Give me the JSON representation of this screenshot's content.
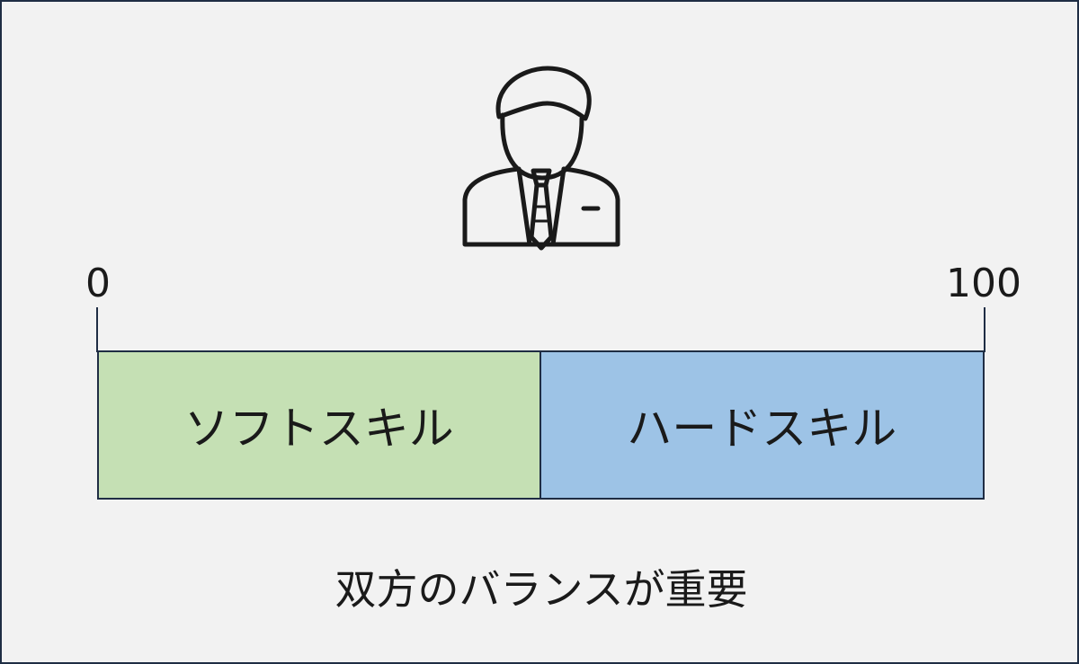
{
  "scale": {
    "min_label": "0",
    "max_label": "100"
  },
  "bar": {
    "segments": [
      {
        "label": "ソフトスキル",
        "share": 0.5,
        "color": "#c5e0b4"
      },
      {
        "label": "ハードスキル",
        "share": 0.5,
        "color": "#9dc3e6"
      }
    ]
  },
  "caption": "双方のバランスが重要",
  "icons": {
    "person": "businessman-icon"
  }
}
